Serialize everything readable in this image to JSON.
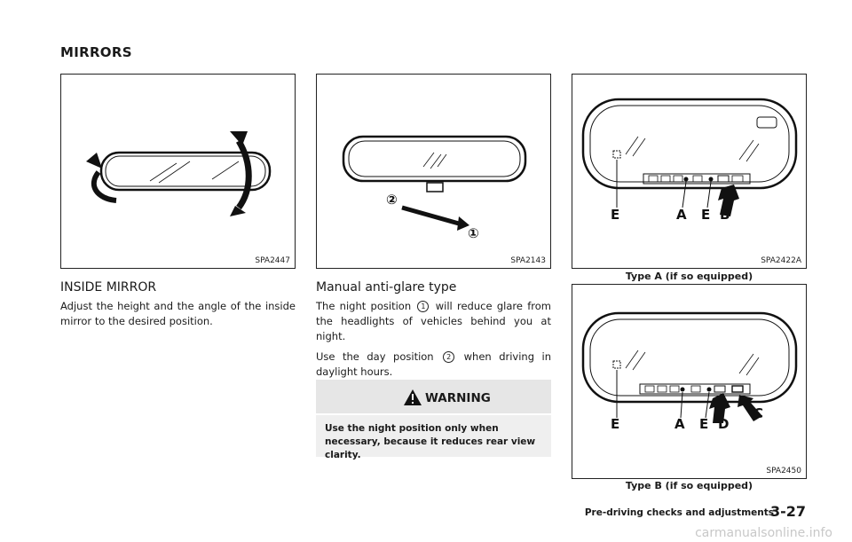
{
  "section_title": "MIRRORS",
  "figures": {
    "fig1": {
      "code": "SPA2447"
    },
    "fig2": {
      "code": "SPA2143",
      "callouts": [
        "②",
        "①"
      ]
    },
    "fig3": {
      "code": "SPA2422A",
      "caption": "Type A (if so equipped)",
      "callouts": [
        "E",
        "A",
        "E",
        "B"
      ]
    },
    "fig4": {
      "code": "SPA2450",
      "caption": "Type B (if so equipped)",
      "callouts": [
        "E",
        "A",
        "E",
        "D",
        "C"
      ]
    }
  },
  "inside_mirror": {
    "heading": "INSIDE MIRROR",
    "body": "Adjust the height and the angle of the inside mirror to the desired position."
  },
  "manual_anti_glare": {
    "heading": "Manual anti-glare type",
    "p1_before": "The night position",
    "p1_marker": "1",
    "p1_after": "will reduce glare from the headlights of vehicles behind you at night.",
    "p2_before": "Use the day position",
    "p2_marker": "2",
    "p2_after": "when driving in daylight hours."
  },
  "warning": {
    "label": "WARNING",
    "text": "Use the night position only when necessary, because it reduces rear view clarity."
  },
  "footer": {
    "section": "Pre-driving checks and adjustments",
    "page": "3-27"
  },
  "watermark": "carmanualsonline.info"
}
